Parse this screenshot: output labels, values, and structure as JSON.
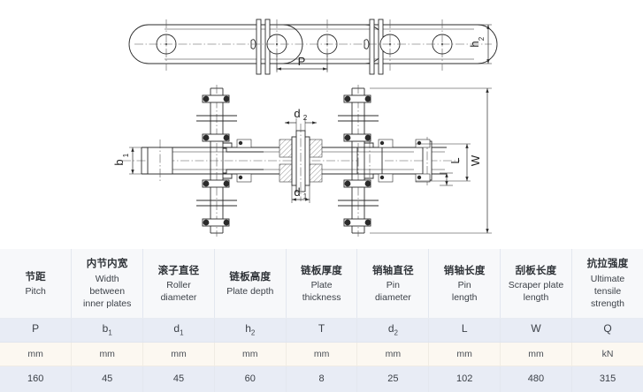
{
  "drawing": {
    "title_semantic": "scraper-chain-technical-drawing",
    "views": [
      {
        "name": "side-elevation-view",
        "description": "chain side view showing pitch and plate depth"
      },
      {
        "name": "plan-view",
        "description": "chain plan view showing widths, roller and pin diameters, pin and scraper lengths"
      }
    ],
    "dimension_labels": {
      "pitch": "P",
      "plate_depth": "h",
      "plate_depth_sub": "2",
      "inner_width": "b",
      "inner_width_sub": "1",
      "roller_diameter": "d",
      "roller_diameter_sub": "1",
      "pin_diameter": "d",
      "pin_diameter_sub": "2",
      "pin_length": "L",
      "scraper_width": "W"
    },
    "line_color": "#2b2b2b",
    "centerline_color": "#555555"
  },
  "table": {
    "columns": [
      {
        "cn": "节距",
        "en": [
          "Pitch"
        ],
        "symbol": "P",
        "symbol_sub": "",
        "unit": "mm",
        "value": "160"
      },
      {
        "cn": "内节内宽",
        "en": [
          "Width",
          "between",
          "inner plates"
        ],
        "symbol": "b",
        "symbol_sub": "1",
        "unit": "mm",
        "value": "45"
      },
      {
        "cn": "滚子直径",
        "en": [
          "Roller",
          "diameter"
        ],
        "symbol": "d",
        "symbol_sub": "1",
        "unit": "mm",
        "value": "45"
      },
      {
        "cn": "链板高度",
        "en": [
          "Plate depth"
        ],
        "symbol": "h",
        "symbol_sub": "2",
        "unit": "mm",
        "value": "60"
      },
      {
        "cn": "链板厚度",
        "en": [
          "Plate",
          "thickness"
        ],
        "symbol": "T",
        "symbol_sub": "",
        "unit": "mm",
        "value": "8"
      },
      {
        "cn": "销轴直径",
        "en": [
          "Pin",
          "diameter"
        ],
        "symbol": "d",
        "symbol_sub": "2",
        "unit": "mm",
        "value": "25"
      },
      {
        "cn": "销轴长度",
        "en": [
          "Pin",
          "length"
        ],
        "symbol": "L",
        "symbol_sub": "",
        "unit": "mm",
        "value": "102"
      },
      {
        "cn": "刮板长度",
        "en": [
          "Scraper plate",
          "length"
        ],
        "symbol": "W",
        "symbol_sub": "",
        "unit": "mm",
        "value": "480"
      },
      {
        "cn": "抗拉强度",
        "en": [
          "Ultimate",
          "tensile",
          "strength"
        ],
        "symbol": "Q",
        "symbol_sub": "",
        "unit": "kN",
        "value": "315"
      }
    ],
    "colors": {
      "header_bg": "#f7f8fa",
      "symbol_row_bg": "#e8ecf5",
      "unit_row_bg": "#fcf8f1",
      "value_row_bg": "#e8ecf5",
      "text": "#3c4148",
      "border": "#e3e7ef"
    }
  }
}
